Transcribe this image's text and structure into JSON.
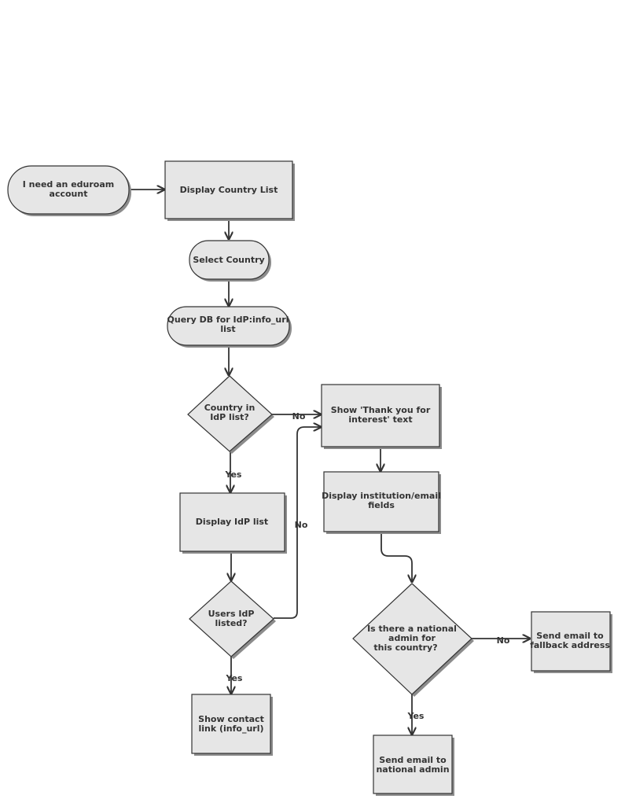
{
  "nodes": {
    "start": {
      "lines": [
        "I need an eduroam",
        "account"
      ]
    },
    "display_country_list": {
      "lines": [
        "Display Country List"
      ]
    },
    "select_country": {
      "lines": [
        "Select Country"
      ]
    },
    "query_db": {
      "lines": [
        "Query DB for IdP:info_url",
        "list"
      ]
    },
    "country_in_idp_list": {
      "lines": [
        "Country in",
        "IdP list?"
      ]
    },
    "show_thank_you": {
      "lines": [
        "Show 'Thank you for",
        "interest' text"
      ]
    },
    "display_institution_fields": {
      "lines": [
        "Display institution/email",
        "fields"
      ]
    },
    "display_idp_list": {
      "lines": [
        "Display IdP list"
      ]
    },
    "users_idp_listed": {
      "lines": [
        "Users IdP",
        "listed?"
      ]
    },
    "show_contact_link": {
      "lines": [
        "Show contact",
        "link (info_url)"
      ]
    },
    "national_admin_question": {
      "lines": [
        "Is there a national",
        "admin for",
        "this country?"
      ]
    },
    "send_email_fallback": {
      "lines": [
        "Send email to",
        "fallback address"
      ]
    },
    "send_email_national_admin": {
      "lines": [
        "Send email to",
        "national admin"
      ]
    }
  },
  "edge_labels": {
    "country_no": "No",
    "country_yes": "Yes",
    "users_no": "No",
    "users_yes": "Yes",
    "admin_no": "No",
    "admin_yes": "Yes"
  }
}
